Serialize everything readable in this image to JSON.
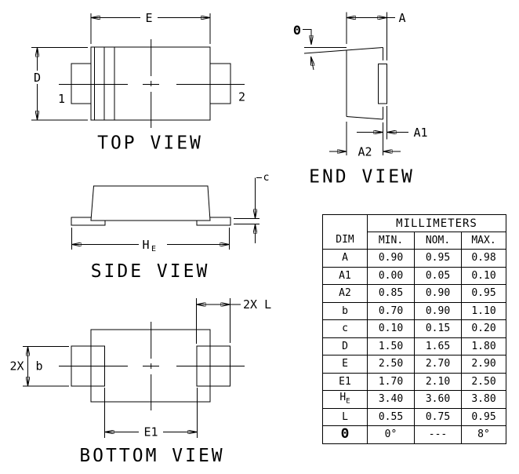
{
  "colors": {
    "line": "#000000",
    "background": "#ffffff"
  },
  "views": {
    "top": {
      "title": "TOP VIEW",
      "dim_e": "E",
      "dim_d": "D",
      "pin1": "1",
      "pin2": "2"
    },
    "end": {
      "title": "END VIEW",
      "dim_a": "A",
      "dim_a1": "A1",
      "dim_a2": "A2",
      "dim_theta": "Θ"
    },
    "side": {
      "title": "SIDE VIEW",
      "dim_c": "c",
      "dim_he": "H",
      "dim_he_sub": "E"
    },
    "bottom": {
      "title": "BOTTOM VIEW",
      "dim_2xl": "2X L",
      "dim_2x": "2X",
      "dim_b": "b",
      "dim_e1": "E1"
    }
  },
  "table": {
    "units_header": "MILLIMETERS",
    "col_dim": "DIM",
    "col_min": "MIN.",
    "col_nom": "NOM.",
    "col_max": "MAX.",
    "rows": [
      {
        "dim": "A",
        "min": "0.90",
        "nom": "0.95",
        "max": "0.98"
      },
      {
        "dim": "A1",
        "min": "0.00",
        "nom": "0.05",
        "max": "0.10"
      },
      {
        "dim": "A2",
        "min": "0.85",
        "nom": "0.90",
        "max": "0.95"
      },
      {
        "dim": "b",
        "min": "0.70",
        "nom": "0.90",
        "max": "1.10"
      },
      {
        "dim": "c",
        "min": "0.10",
        "nom": "0.15",
        "max": "0.20"
      },
      {
        "dim": "D",
        "min": "1.50",
        "nom": "1.65",
        "max": "1.80"
      },
      {
        "dim": "E",
        "min": "2.50",
        "nom": "2.70",
        "max": "2.90"
      },
      {
        "dim": "E1",
        "min": "1.70",
        "nom": "2.10",
        "max": "2.50"
      },
      {
        "dim": "H",
        "dim_sub": "E",
        "min": "3.40",
        "nom": "3.60",
        "max": "3.80"
      },
      {
        "dim": "L",
        "min": "0.55",
        "nom": "0.75",
        "max": "0.95"
      },
      {
        "dim": "Θ",
        "min": "0°",
        "nom": "---",
        "max": "8°"
      }
    ]
  }
}
